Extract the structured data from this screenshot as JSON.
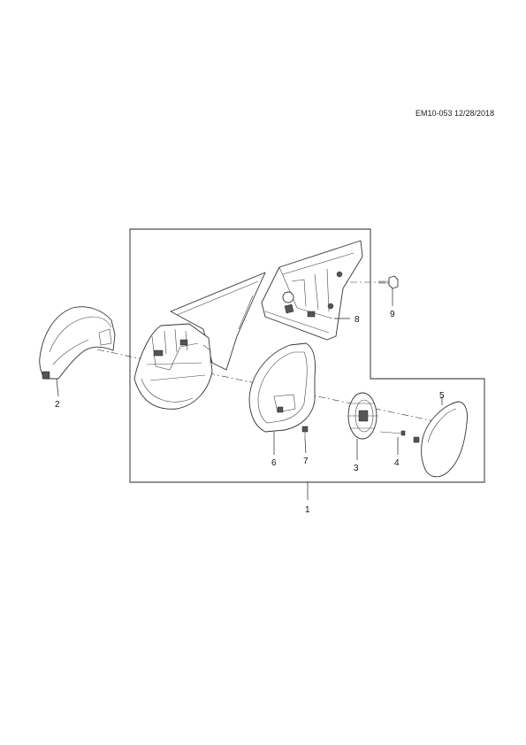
{
  "header": {
    "reference": "EM10-053 12/28/2018"
  },
  "callouts": {
    "c1": "1",
    "c2": "2",
    "c3": "3",
    "c4": "4",
    "c5": "5",
    "c6": "6",
    "c7": "7",
    "c8": "8",
    "c9": "9"
  }
}
